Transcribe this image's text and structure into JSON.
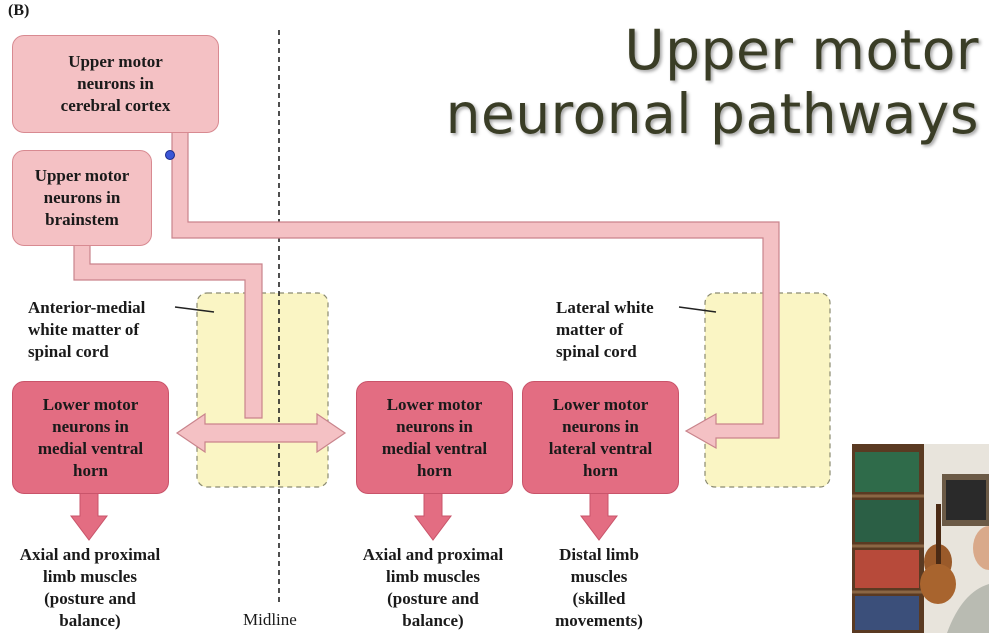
{
  "panel_label": "(B)",
  "title": {
    "line1": "Upper motor",
    "line2": "neuronal pathways"
  },
  "upper_motor_neurons": {
    "cortex": [
      "Upper motor",
      "neurons in",
      "cerebral cortex"
    ],
    "brainstem": [
      "Upper motor",
      "neurons in",
      "brainstem"
    ]
  },
  "regions": {
    "anterior_medial": [
      "Anterior-medial",
      "white matter of",
      "spinal cord"
    ],
    "lateral": [
      "Lateral white",
      "matter of",
      "spinal cord"
    ]
  },
  "lower_motor_neurons": {
    "left_medial": [
      "Lower motor",
      "neurons in",
      "medial ventral",
      "horn"
    ],
    "right_medial": [
      "Lower motor",
      "neurons in",
      "medial ventral",
      "horn"
    ],
    "lateral": [
      "Lower motor",
      "neurons in",
      "lateral ventral",
      "horn"
    ]
  },
  "muscles": {
    "left_axial": [
      "Axial and proximal",
      "limb muscles",
      "(posture and",
      "balance)"
    ],
    "right_axial": [
      "Axial and proximal",
      "limb muscles",
      "(posture and",
      "balance)"
    ],
    "distal": [
      "Distal limb",
      "muscles",
      "(skilled",
      "movements)"
    ]
  },
  "midline_label": "Midline",
  "colors": {
    "upper_box_fill": "#f4c1c4",
    "lower_box_fill": "#e36d82",
    "pathway_fill": "#f4c1c4",
    "white_matter_fill": "#faf5c4",
    "title_color": "#3a3d26"
  }
}
